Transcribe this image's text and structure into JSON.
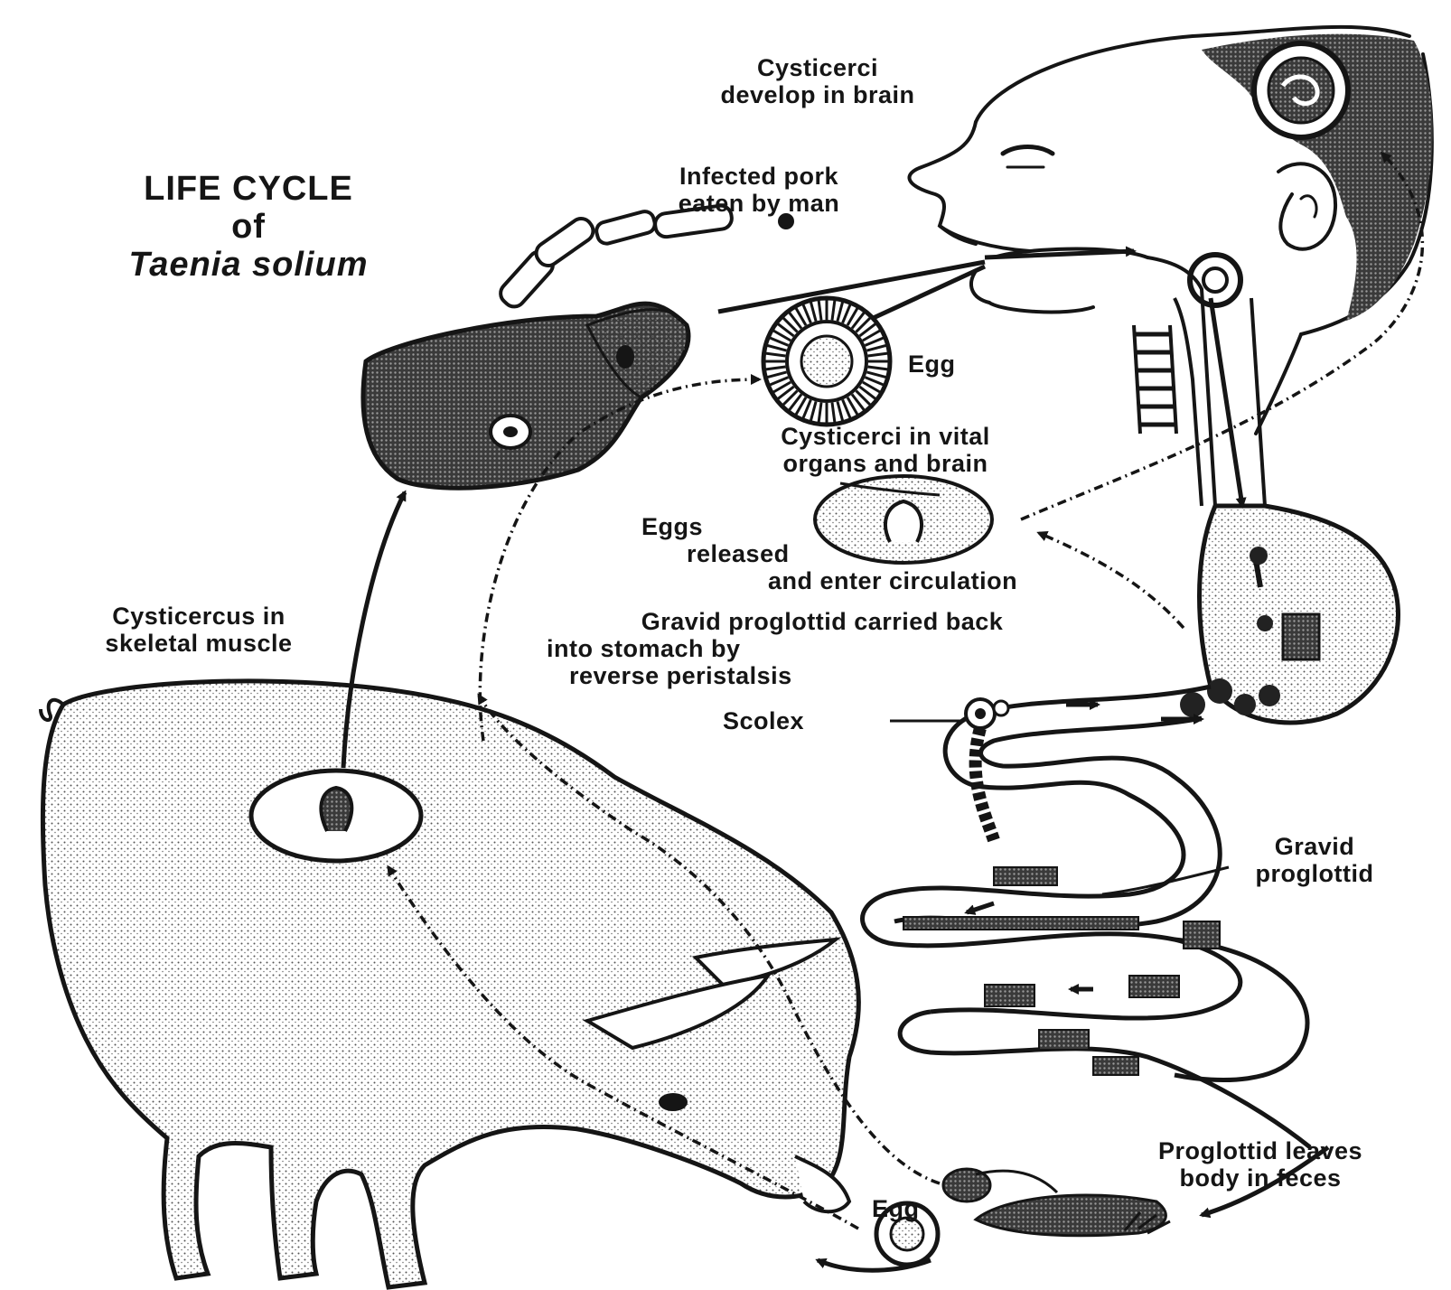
{
  "title": {
    "line1": "LIFE CYCLE",
    "line2": "of",
    "line3": "Taenia solium"
  },
  "labels": {
    "cysticerci_brain": [
      "Cysticerci",
      "develop in brain"
    ],
    "infected_pork": [
      "Infected pork",
      "eaten by man"
    ],
    "egg_top": "Egg",
    "cysticerci_vital": [
      "Cysticerci in vital",
      "organs and brain"
    ],
    "eggs_released": [
      "Eggs",
      "released",
      "and enter circulation"
    ],
    "gravid_carried": [
      "Gravid proglottid carried back",
      "into stomach by",
      "reverse peristalsis"
    ],
    "cysticercus_muscle": [
      "Cysticercus in",
      "skeletal muscle"
    ],
    "scolex": "Scolex",
    "gravid_proglottid": [
      "Gravid",
      "proglottid"
    ],
    "proglottid_leaves": [
      "Proglottid leaves",
      "body in feces"
    ],
    "egg_bottom": "Egg"
  },
  "colors": {
    "ink": "#151515",
    "paper": "#ffffff",
    "shade": "#8a8a8a"
  }
}
